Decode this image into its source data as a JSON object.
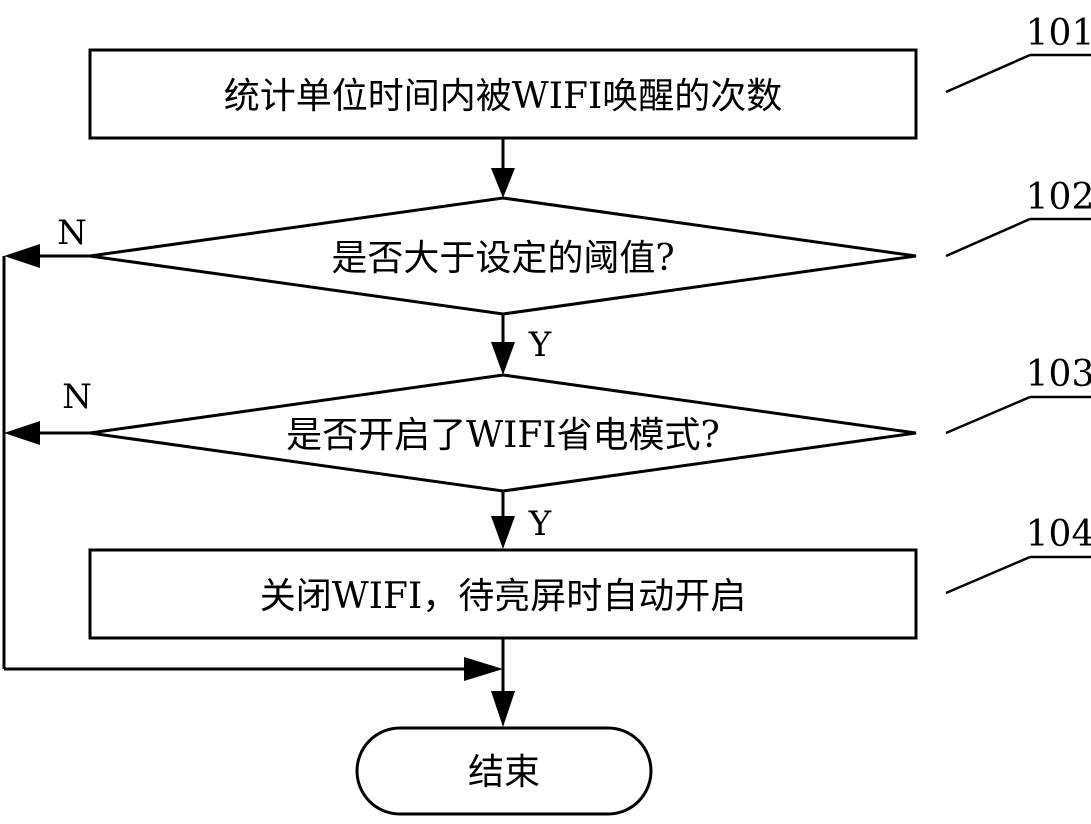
{
  "nodes": {
    "step_101": "统计单位时间内被WIFI唤醒的次数",
    "decision_102": "是否大于设定的阈值?",
    "decision_103": "是否开启了WIFI省电模式?",
    "step_104": "关闭WIFI，待亮屏时自动开启",
    "end": "结束"
  },
  "edge_labels": {
    "d102_no": "N",
    "d102_yes": "Y",
    "d103_no": "N",
    "d103_yes": "Y"
  },
  "ref_numbers": {
    "r101": "101",
    "r102": "102",
    "r103": "103",
    "r104": "104"
  }
}
